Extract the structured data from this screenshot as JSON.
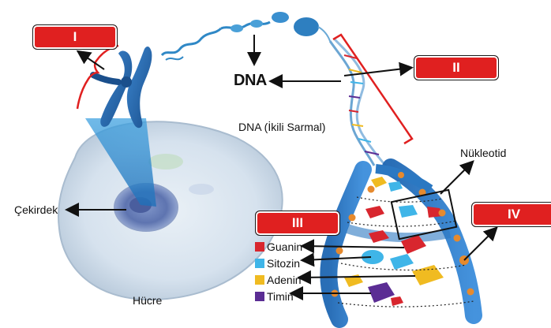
{
  "labels": {
    "roman_1": "I",
    "roman_2": "II",
    "roman_3": "III",
    "roman_4": "IV",
    "dna": "DNA",
    "double_helix": "DNA (İkili Sarmal)",
    "nucleus": "Çekirdek",
    "cell": "Hücre",
    "nucleotide": "Nükleotid"
  },
  "legend": [
    {
      "name": "Guanin",
      "color": "#d8262e"
    },
    {
      "name": "Sitozin",
      "color": "#3fb5e8"
    },
    {
      "name": "Adenin",
      "color": "#f0bb21"
    },
    {
      "name": "Timin",
      "color": "#5b2d94"
    }
  ],
  "colors": {
    "tag_red": "#e02020",
    "bracket_red": "#e02020",
    "backbone_blue": "#2f6fb7",
    "phosphate_orange": "#e68a2e",
    "chromosome_blue": "#2a6db3"
  }
}
